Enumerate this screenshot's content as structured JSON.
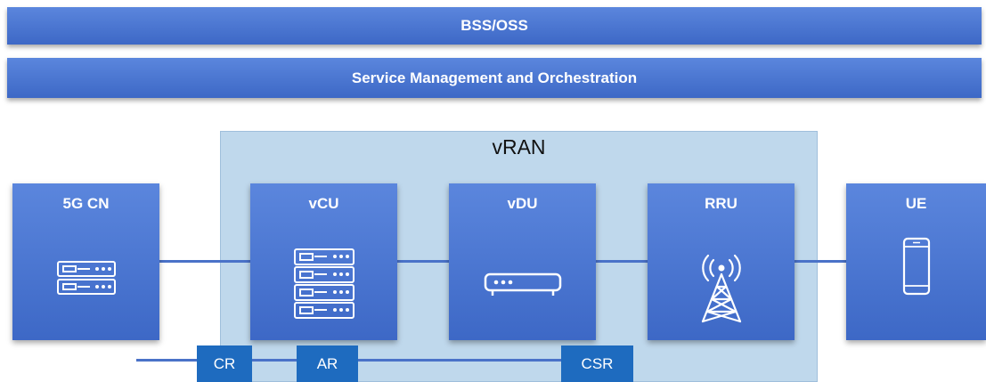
{
  "top_bars": {
    "bss_oss": "BSS/OSS",
    "smo": "Service Management and Orchestration"
  },
  "vran": {
    "title": "vRAN"
  },
  "nodes": {
    "core": {
      "label": "5G CN",
      "icon": "server-rack-2-icon"
    },
    "vcu": {
      "label": "vCU",
      "icon": "server-rack-4-icon"
    },
    "vdu": {
      "label": "vDU",
      "icon": "appliance-icon"
    },
    "rru": {
      "label": "RRU",
      "icon": "radio-tower-icon"
    },
    "ue": {
      "label": "UE",
      "icon": "smartphone-icon"
    }
  },
  "transport": {
    "cr": "CR",
    "ar": "AR",
    "csr": "CSR"
  },
  "colors": {
    "bar_blue": "#4a74d2",
    "vran_bg": "#bfd8ec",
    "tag_blue": "#1e6bbf",
    "link_blue": "#4a72c8"
  }
}
